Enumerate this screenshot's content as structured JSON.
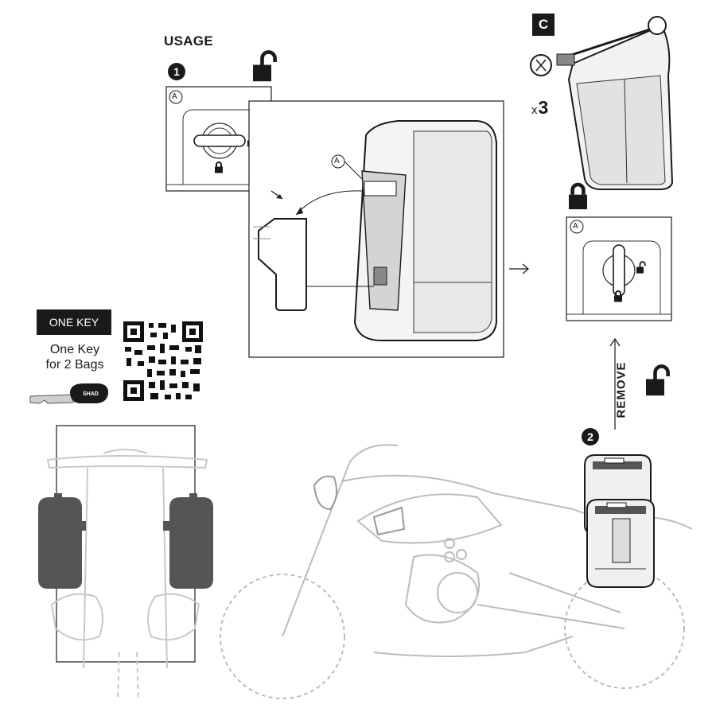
{
  "usage": {
    "title": "USAGE"
  },
  "steps": {
    "step1": "1",
    "step2": "2",
    "stepC": "C"
  },
  "callout": {
    "letter": "A"
  },
  "quantity": {
    "prefix": "x",
    "value": "3"
  },
  "one_key": {
    "label": "ONE KEY",
    "line1": "One Key",
    "line2": "for 2 Bags"
  },
  "remove": {
    "label": "REMOVE"
  },
  "brand": {
    "logo": "SHAD"
  },
  "colors": {
    "ink": "#1a1a1a",
    "bag_fill": "#555555",
    "line_art": "#bcbcbc"
  }
}
